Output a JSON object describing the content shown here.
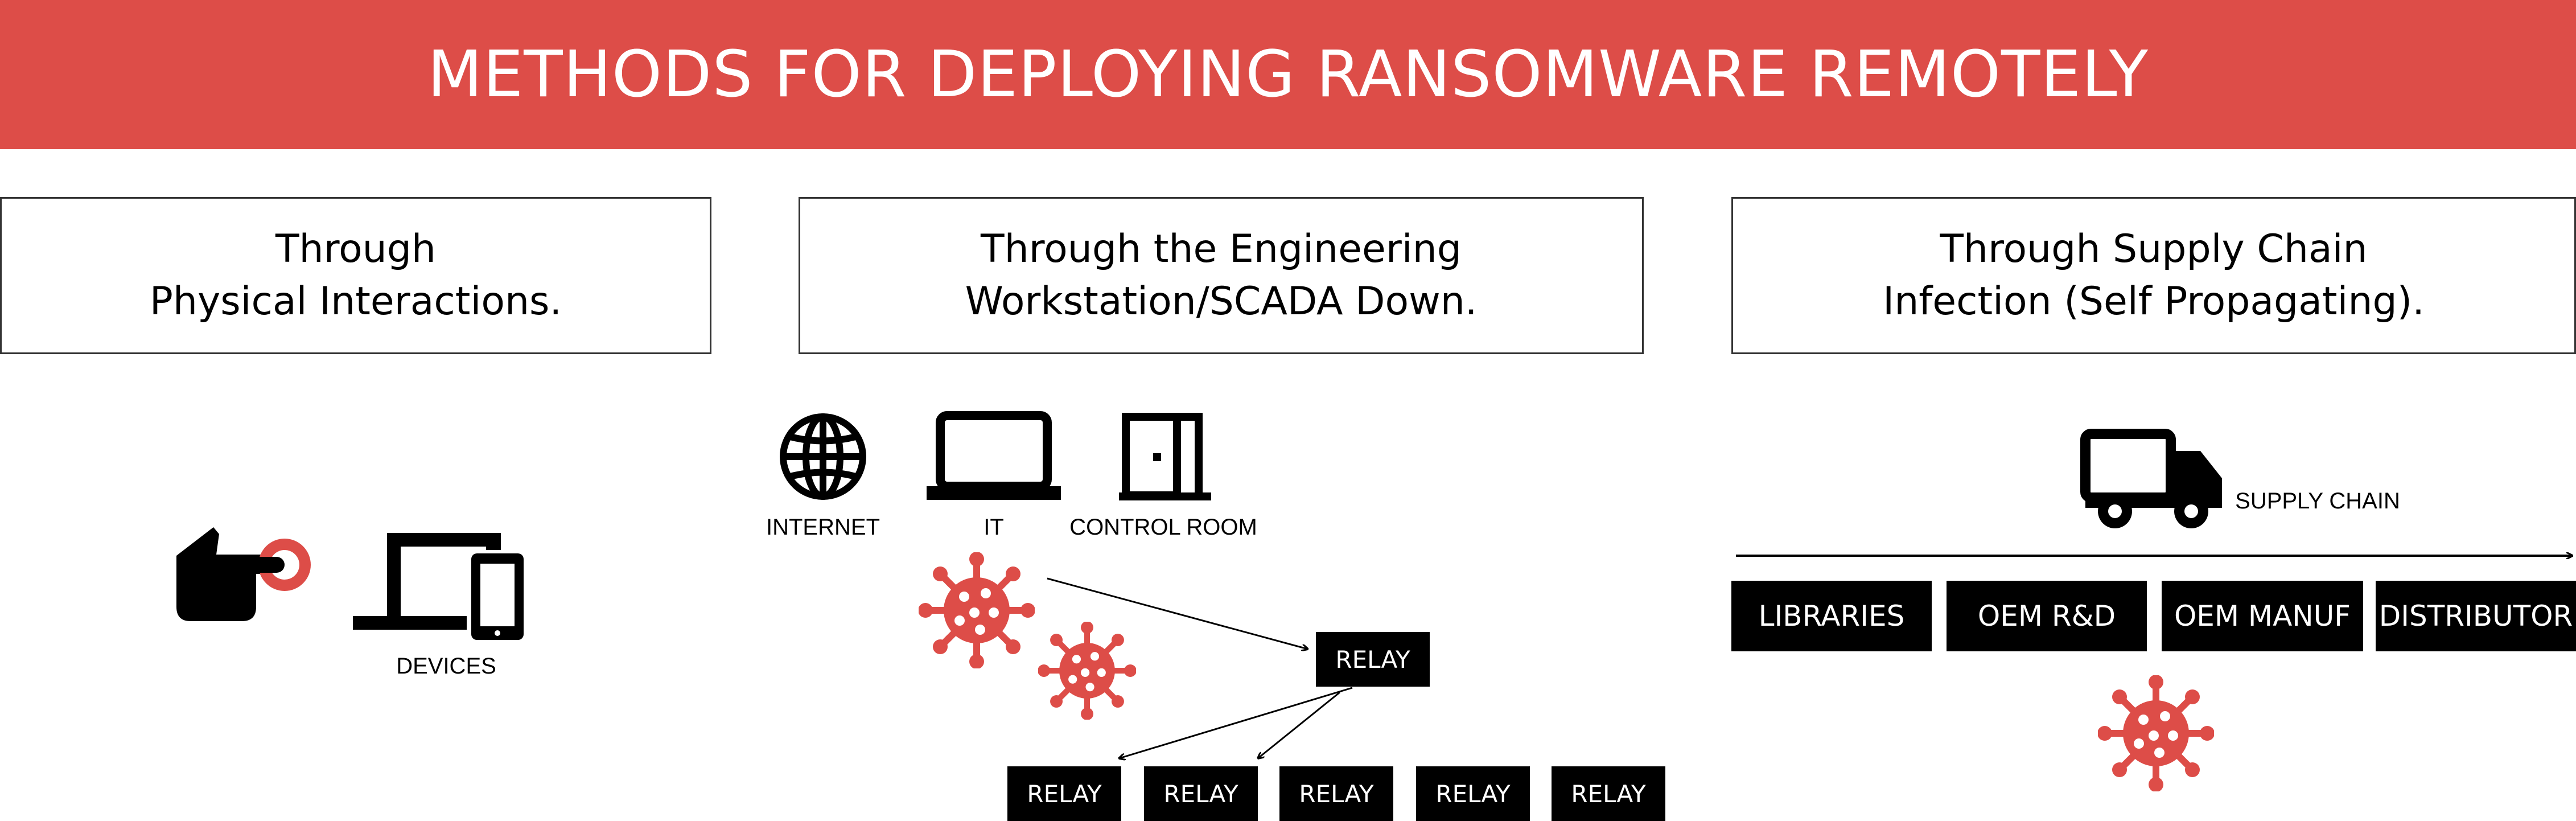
{
  "banner": {
    "title": "METHODS FOR DEPLOYING RANSOMWARE REMOTELY",
    "color": "#dd4d48"
  },
  "methods": [
    {
      "line1": "Through",
      "line2": "Physical Interactions."
    },
    {
      "line1": "Through the Engineering",
      "line2": "Workstation/SCADA Down."
    },
    {
      "line1": "Through Supply Chain",
      "line2": "Infection (Self Propagating)."
    }
  ],
  "physical": {
    "devices_label": "DEVICES"
  },
  "engineering": {
    "labels": {
      "internet": "INTERNET",
      "it": "IT",
      "control_room": "CONTROL ROOM"
    },
    "relay_main": "RELAY",
    "relays": [
      "RELAY",
      "RELAY",
      "RELAY",
      "RELAY",
      "RELAY"
    ]
  },
  "supply": {
    "label": "SUPPLY CHAIN",
    "stages": [
      "LIBRARIES",
      "OEM R&D",
      "OEM MANUF",
      "DISTRIBUTOR"
    ]
  },
  "colors": {
    "virus": "#dd4d48",
    "accent": "#dd4d48",
    "ink": "#000000"
  }
}
